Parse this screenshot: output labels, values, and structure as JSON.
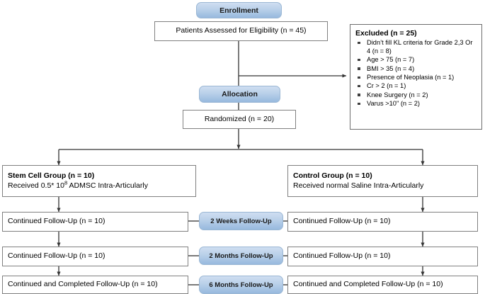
{
  "stages": {
    "enrollment_label": "Enrollment",
    "allocation_label": "Allocation"
  },
  "boxes": {
    "eligibility": "Patients Assessed for Eligibility (n = 45)",
    "randomized": "Randomized (n = 20)"
  },
  "excluded": {
    "title": "Excluded (n = 25)",
    "items": [
      "Didn’t fill KL criteria for Grade 2,3 Or 4 (n = 8)",
      "Age > 75 (n = 7)",
      "BMI > 35 (n = 4)",
      "Presence of Neoplasia (n = 1)",
      "Cr > 2 (n = 1)",
      "Knee Surgery (n = 2)",
      "Varus >10ʺ (n = 2)"
    ]
  },
  "arms": {
    "left": {
      "title": "Stem Cell Group (n = 10)",
      "detail_pre": "Received 0.5* 10",
      "detail_sup": "8",
      "detail_post": " ADMSC Intra-Articularly"
    },
    "right": {
      "title": "Control Group (n = 10)",
      "detail": "Received normal Saline Intra-Articularly"
    }
  },
  "followups": [
    {
      "period": "2 Weeks Follow-Up",
      "left": "Continued Follow-Up (n = 10)",
      "right": "Continued Follow-Up (n = 10)"
    },
    {
      "period": "2 Months Follow-Up",
      "left": "Continued Follow-Up (n = 10)",
      "right": "Continued Follow-Up (n = 10)"
    },
    {
      "period": "6 Months Follow-Up",
      "left": "Continued and Completed Follow-Up (n = 10)",
      "right": "Continued and Completed Follow-Up (n = 10)"
    }
  ],
  "colors": {
    "pill_top": "#cfdef1",
    "pill_bottom": "#97b9de",
    "pill_border": "#9bb7d4",
    "box_border": "#808080",
    "connector": "#333333",
    "text": "#000000"
  }
}
